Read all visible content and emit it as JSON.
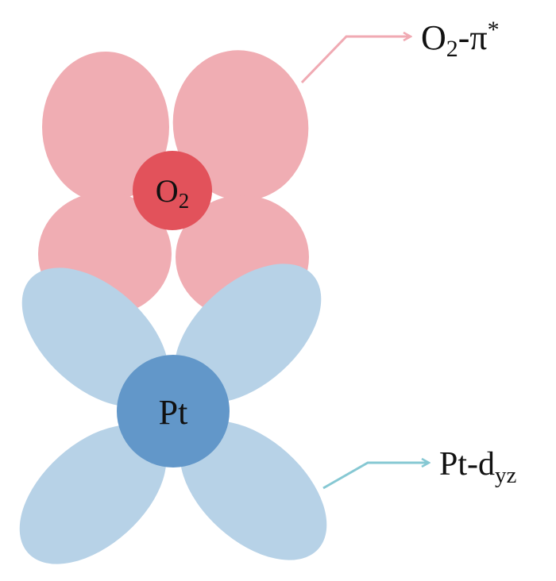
{
  "colors": {
    "o2_lobe": "#f0adb3",
    "o2_center": "#e2525b",
    "pt_lobe": "#b7d2e7",
    "pt_center": "#6297c9",
    "o2_arrow": "#f0aab3",
    "pt_arrow": "#86c8d3",
    "text": "#111111"
  },
  "o2": {
    "center_label": {
      "base": "O",
      "sub": "2"
    },
    "arrow_label": {
      "base": "O",
      "sub": "2",
      "rest": "-π",
      "sup": "*"
    }
  },
  "pt": {
    "center_label": "Pt",
    "arrow_label": {
      "base": "Pt-d",
      "sub": "yz"
    }
  }
}
